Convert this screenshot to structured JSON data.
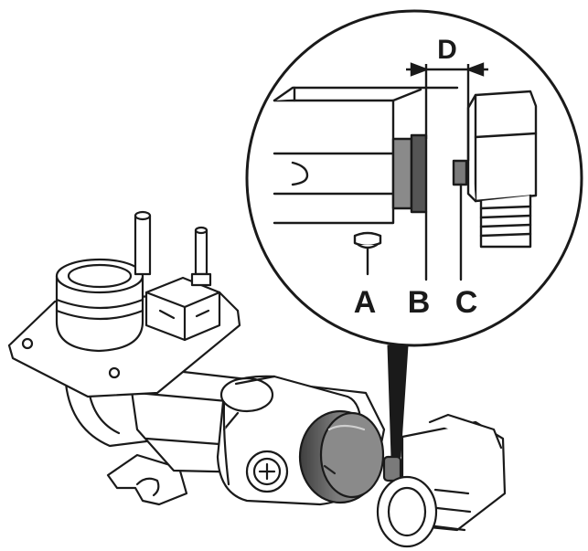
{
  "labels": {
    "a": "A",
    "b": "B",
    "c": "C",
    "d": "D"
  },
  "colors": {
    "line": "#1a1a1a",
    "seal_dark": "#555555",
    "seal_mid": "#8a8a8a",
    "seal_light": "#bdbdbd",
    "paper": "#ffffff"
  }
}
